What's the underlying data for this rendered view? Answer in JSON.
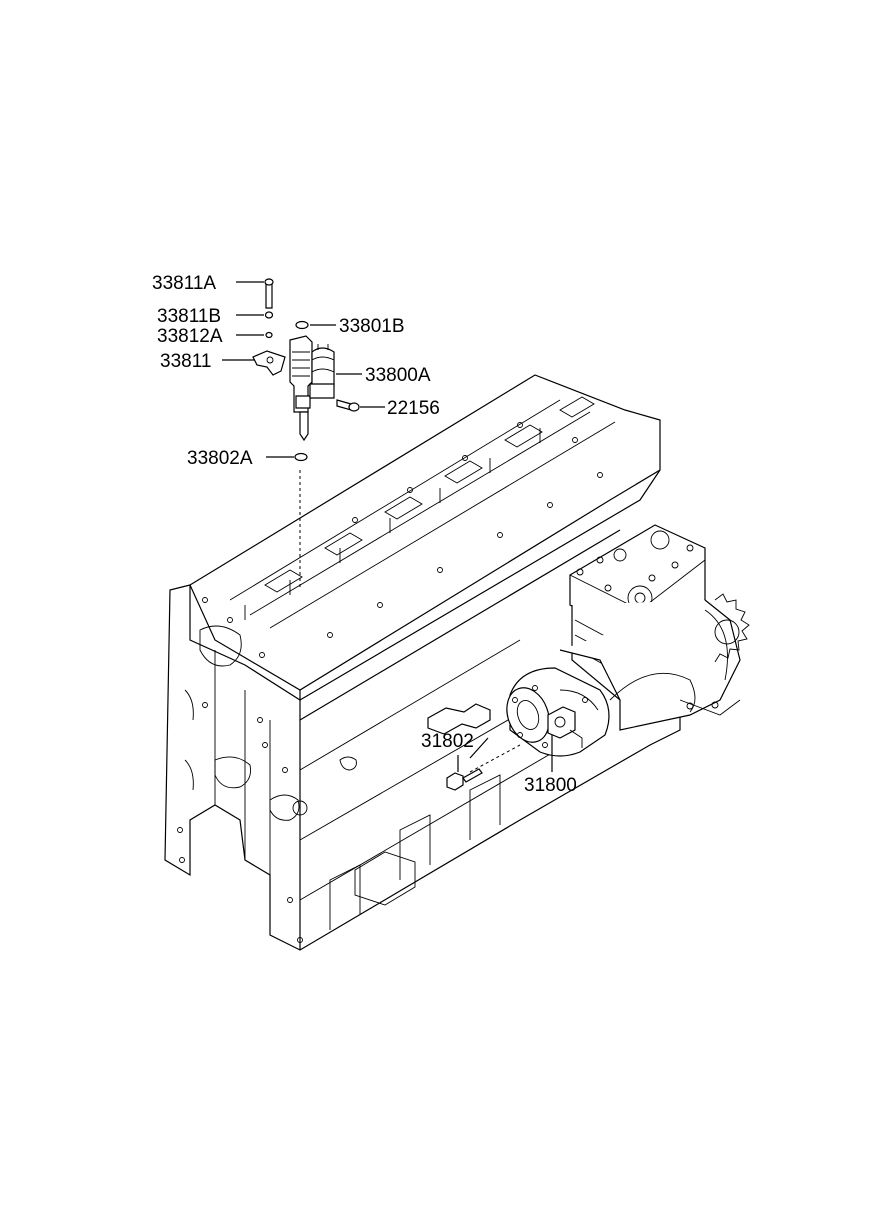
{
  "labels": {
    "p33811A": "33811A",
    "p33811B": "33811B",
    "p33812A": "33812A",
    "p33811": "33811",
    "p33801B": "33801B",
    "p33800A": "33800A",
    "p22156": "22156",
    "p33802A": "33802A",
    "p31802": "31802",
    "p31800": "31800"
  }
}
